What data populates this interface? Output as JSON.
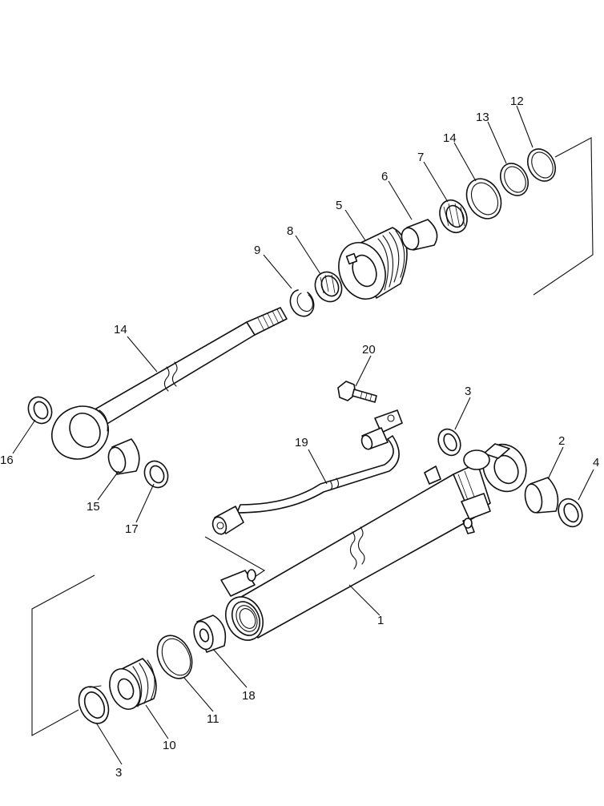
{
  "diagram": {
    "type": "exploded-parts-diagram",
    "labels": [
      "1",
      "2",
      "3",
      "3",
      "4",
      "5",
      "6",
      "7",
      "8",
      "9",
      "10",
      "11",
      "12",
      "13",
      "14",
      "14",
      "15",
      "16",
      "17",
      "18",
      "19",
      "20"
    ]
  }
}
